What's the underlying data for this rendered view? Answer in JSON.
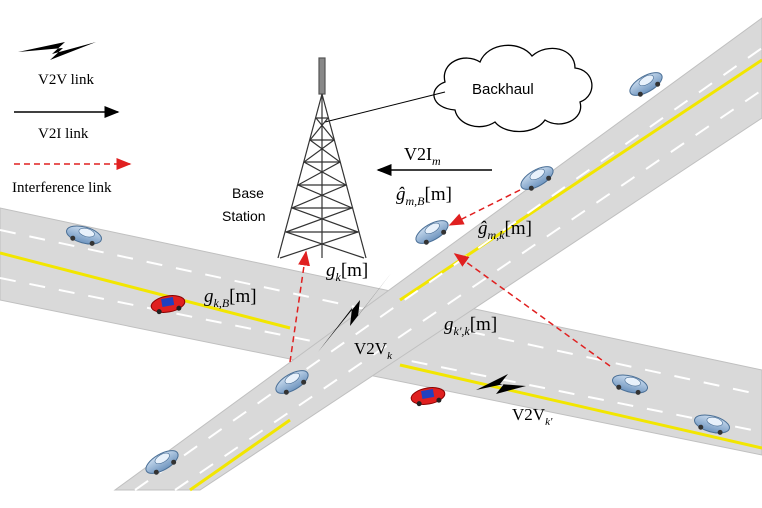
{
  "legend": {
    "v2v_label": "V2V link",
    "v2i_label": "V2I link",
    "interference_label": "Interference link"
  },
  "cloud": {
    "label": "Backhaul"
  },
  "base_station": {
    "line1": "Base",
    "line2": "Station"
  },
  "links": {
    "v2i_m": {
      "main": "V2I",
      "sub": "m"
    },
    "g_hat_mB": {
      "main": "ĝ",
      "sub": "m,B",
      "arg": "[m]"
    },
    "g_hat_mk": {
      "main": "ĝ",
      "sub": "m,k",
      "arg": "[m]"
    },
    "g_k": {
      "main": "g",
      "sub": "k",
      "arg": "[m]"
    },
    "g_kB": {
      "main": "g",
      "sub": "k,B",
      "arg": "[m]"
    },
    "g_kpk": {
      "main": "g",
      "sub": "k',k",
      "arg": "[m]"
    },
    "v2v_k": {
      "main": "V2V",
      "sub": "k"
    },
    "v2v_kp": {
      "main": "V2V",
      "sub": "k'"
    }
  },
  "colors": {
    "road": "#d9d9d9",
    "road_edge": "#bfbfbf",
    "yellow_line": "#f2e600",
    "interference": "#e02020",
    "link": "#000000",
    "car_blue": "#8fb4d9",
    "car_red": "#e02020"
  }
}
